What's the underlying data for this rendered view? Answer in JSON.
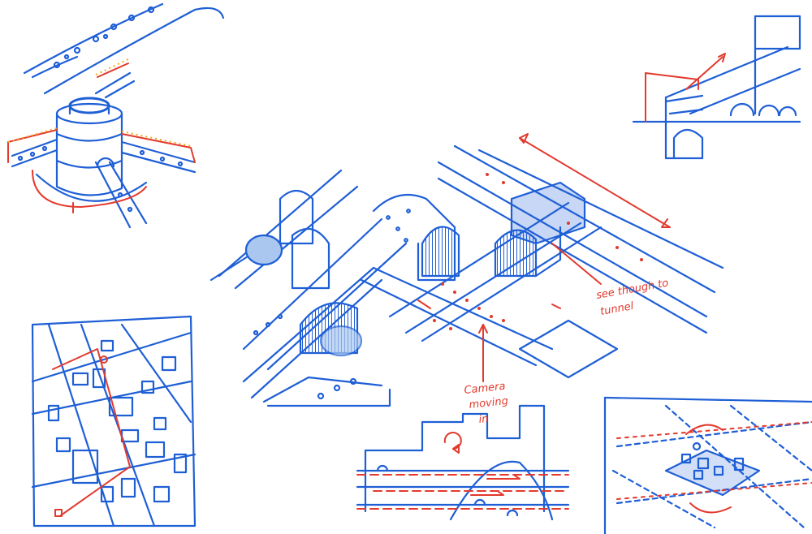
{
  "colors": {
    "background": "#ffffff",
    "ink_blue": "#1f5fd6",
    "ink_red": "#e23a2e",
    "fill_light_blue": "#a9c7ef",
    "fill_dark_blue": "#1f5fd6",
    "accent_orange": "#f0a91e"
  },
  "annotations": {
    "see_through": [
      "see though to",
      "tunnel"
    ],
    "camera": [
      "Camera",
      "moving",
      "in"
    ]
  }
}
